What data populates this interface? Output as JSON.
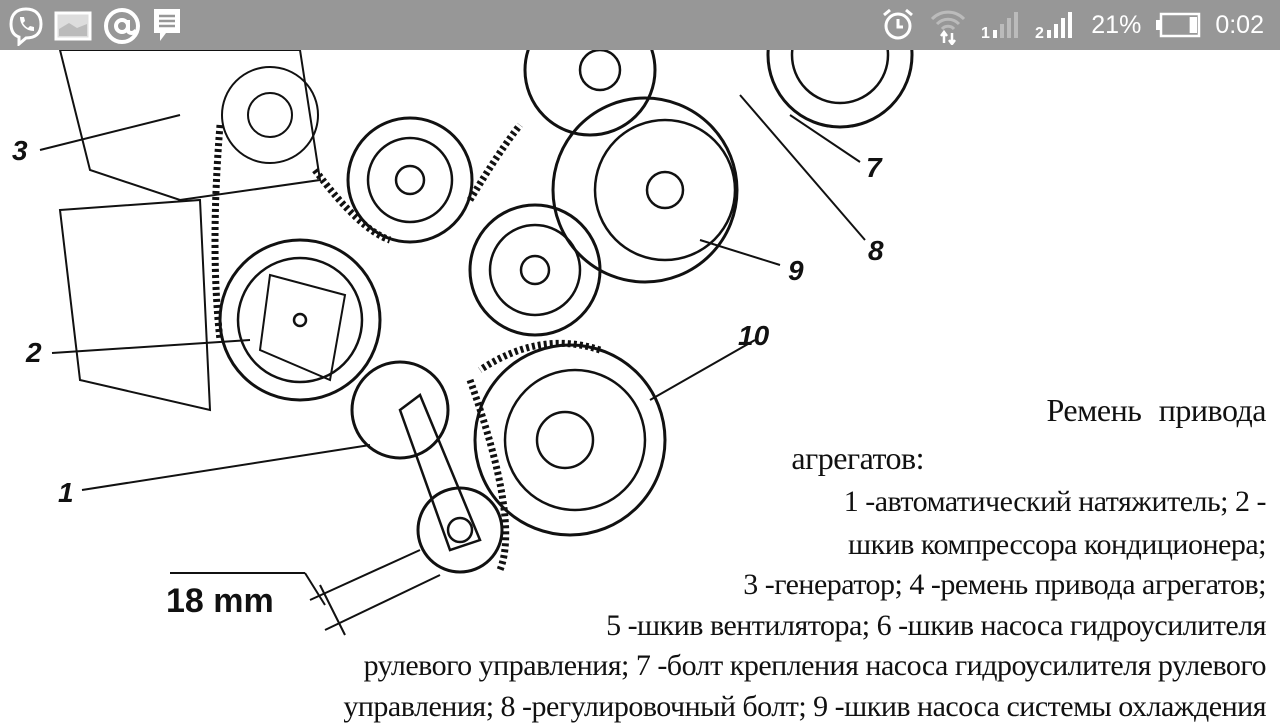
{
  "status_bar": {
    "notification_icons": [
      "viber-icon",
      "gallery-icon",
      "mail-at-icon",
      "message-icon"
    ],
    "right_icons": [
      "alarm-icon",
      "wifi-icon",
      "signal-sim1-icon",
      "signal-sim2-icon"
    ],
    "battery_percent": "21%",
    "battery_level": 0.21,
    "time": "0:02"
  },
  "diagram": {
    "callouts": [
      "1",
      "2",
      "3",
      "7",
      "8",
      "9",
      "10"
    ],
    "dimension": "18 mm"
  },
  "caption": {
    "lines": [
      "Ремень   привода",
      "агрегатов:",
      "1 -автоматический натяжитель; 2 -",
      "шкив компрессора кондиционера;",
      "3 -генератор; 4 -ремень привода агрегатов;",
      "5 -шкив вентилятора; 6 -шкив насоса гидроусилителя",
      "рулевого управления; 7 -болт крепления насоса гидроусилителя рулевого",
      "управления; 8 -регулировочный болт; 9 -шкив насоса системы охлаждения"
    ]
  }
}
